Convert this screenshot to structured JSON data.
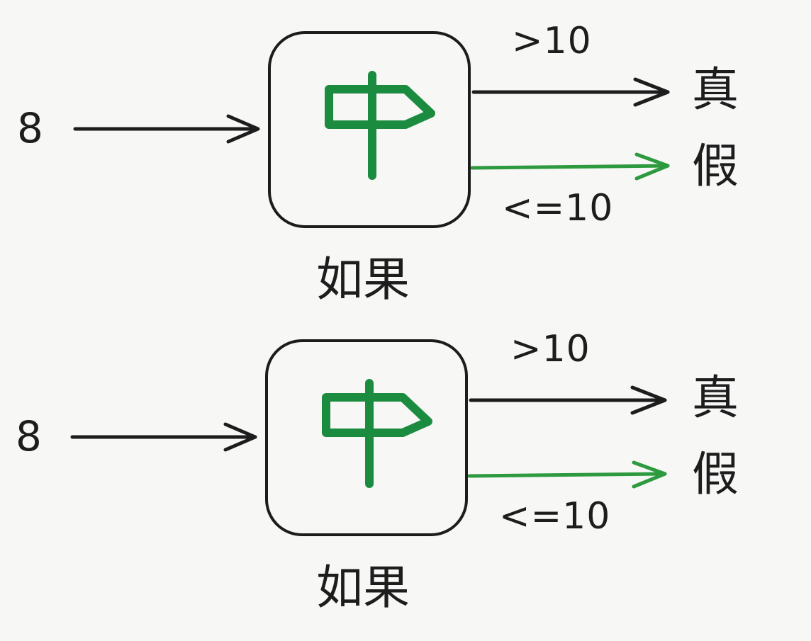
{
  "colors": {
    "ink": "#1d1d1d",
    "accent": "#1b8c3f",
    "false_wire": "#2e9a3f",
    "background": "#f7f7f6"
  },
  "panels": [
    {
      "input_value": "8",
      "node_icon": "signpost-icon",
      "node_label": "如果",
      "true_condition": ">10",
      "true_output": "真",
      "false_condition": "<=10",
      "false_output": "假"
    },
    {
      "input_value": "8",
      "node_icon": "signpost-icon",
      "node_label": "如果",
      "true_condition": ">10",
      "true_output": "真",
      "false_condition": "<=10",
      "false_output": "假"
    }
  ]
}
